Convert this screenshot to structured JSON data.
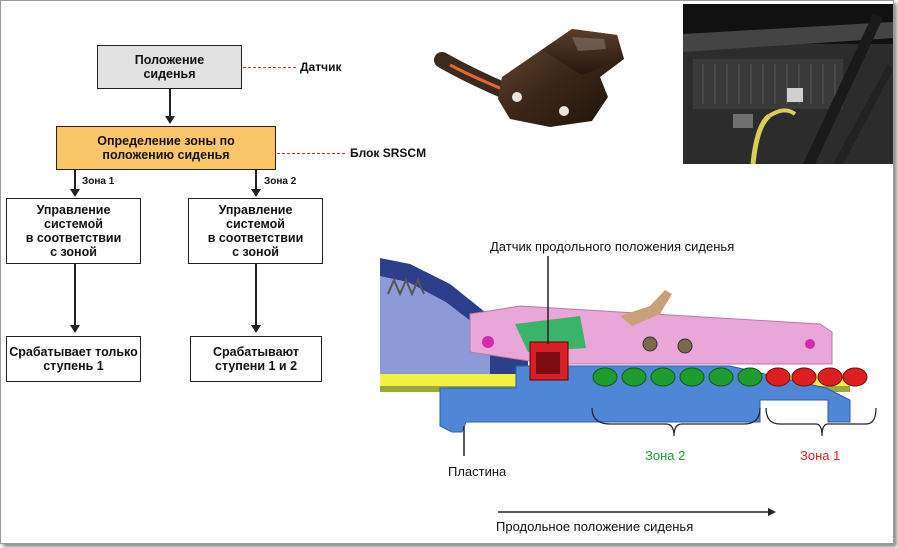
{
  "flowchart": {
    "box_seat_position": "Положение\nсиденья",
    "label_sensor": "Датчик",
    "box_zone_definition": "Определение зоны по\nположению сиденья",
    "label_srscm": "Блок SRSCM",
    "zone1_label": "Зона 1",
    "zone2_label": "Зона 2",
    "box_control_left": "Управление\nсистемой\nв соответствии\nс зоной",
    "box_control_right": "Управление\nсистемой\nв соответствии\nс зоной",
    "box_result_left": "Срабатывает только\nступень 1",
    "box_result_right": "Срабатывают\nступени 1 и 2"
  },
  "diagram": {
    "title_sensor": "Датчик продольного положения сиденья",
    "label_plate": "Пластина",
    "label_zone2": "Зона 2",
    "label_zone1": "Зона 1",
    "label_axis": "Продольное положение сиденья"
  },
  "colors": {
    "zone1": "#dd1f1f",
    "zone2": "#1e9c2e",
    "orange_box": "#fbc66a",
    "gray_box": "#e2e2e2",
    "plate_blue": "#4f86d6",
    "rail_pink": "#e8a6d9"
  }
}
